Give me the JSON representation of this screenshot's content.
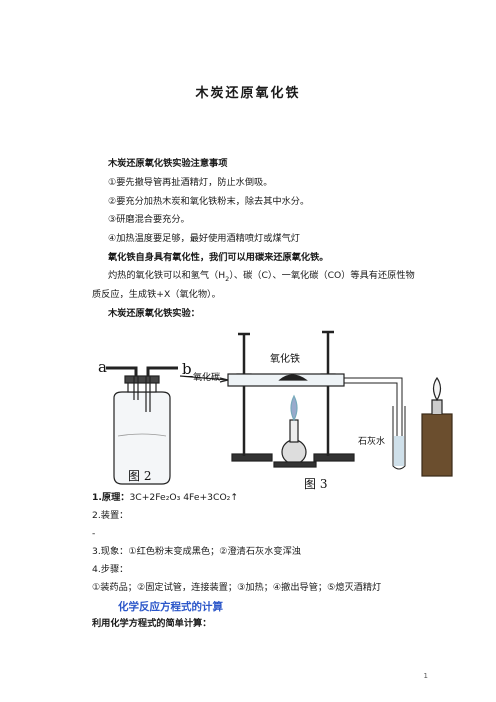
{
  "doc": {
    "title": "木炭还原氧化铁",
    "notes_heading": "木炭还原氧化铁实验注意事项",
    "notes": [
      "①要先撤导管再扯酒精灯，防止水倒吸。",
      "②要充分加热木炭和氧化铁粉末，除去其中水分。",
      "③研磨混合要充分。",
      "④加热温度要足够，最好使用酒精喷灯或煤气灯"
    ],
    "oxidizing_heading": "氧化铁自身具有氧化性，我们可以用碳来还原氧化铁。",
    "para_before": "灼热的氧化铁可以和氢气（H",
    "para_mid1": "）、碳（C）、一氧化碳（CO）等具有还原性物质反应，生成铁+X（氧化物）。",
    "h2_sub": "2",
    "experiment_heading": "木炭还原氧化铁实验：",
    "figure": {
      "label_co": "一氧化碳",
      "label_fe2o3": "氧化铁",
      "label_limewater": "石灰水",
      "label_a": "a",
      "label_b": "b",
      "label_fig2": "图 2",
      "label_fig3": "图 3"
    },
    "principle_label": "1.原理：",
    "principle_eq": "3C+2Fe₂O₃ 4Fe+3CO₂↑",
    "apparatus": "2.装置：",
    "dash": "-",
    "phenomenon": "3.现象：①红色粉末变成黑色；②澄清石灰水变浑浊",
    "steps_label": "4.步骤：",
    "steps": "①装药品；②固定试管，连接装置；③加热；④撤出导管；⑤熄灭酒精灯",
    "calc_heading": "化学反应方程式的计算",
    "calc_sub": "利用化学方程式的简单计算：",
    "page_number": "1"
  }
}
